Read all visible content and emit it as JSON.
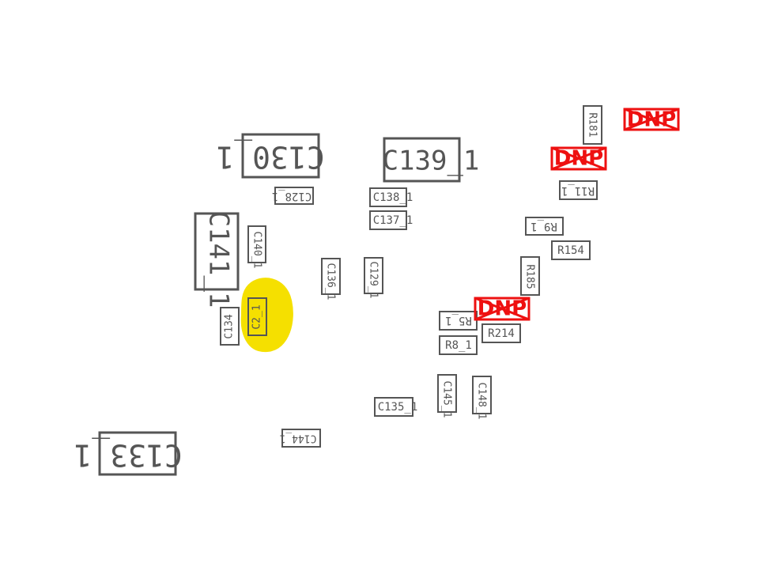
{
  "colors": {
    "silk": "#555555",
    "dnp_mark": "#ee1111",
    "highlight": "#f5e000",
    "background": "#ffffff"
  },
  "components": {
    "c130": "C130_1",
    "c139": "C139_1",
    "c128": "C128_1",
    "c138": "C138_1",
    "c137": "C137_1",
    "c141": "C141_1",
    "c140": "C140_1",
    "c136": "C136_1",
    "c129": "C129_1",
    "c2": "C2_1",
    "c134": "C134",
    "c135": "C135_1",
    "c145": "C145_1",
    "c148": "C148_1",
    "c144": "C144_1",
    "c133": "C133_1",
    "r181": "R181",
    "r11": "R11_1",
    "r9": "R9_1",
    "r154": "R154",
    "r185": "R185",
    "r5": "R5_1",
    "r214": "R214",
    "r8": "R8_1"
  },
  "dnp_marks": [
    "DNP",
    "DNP",
    "DNP"
  ],
  "highlighted_component": "C2_1"
}
